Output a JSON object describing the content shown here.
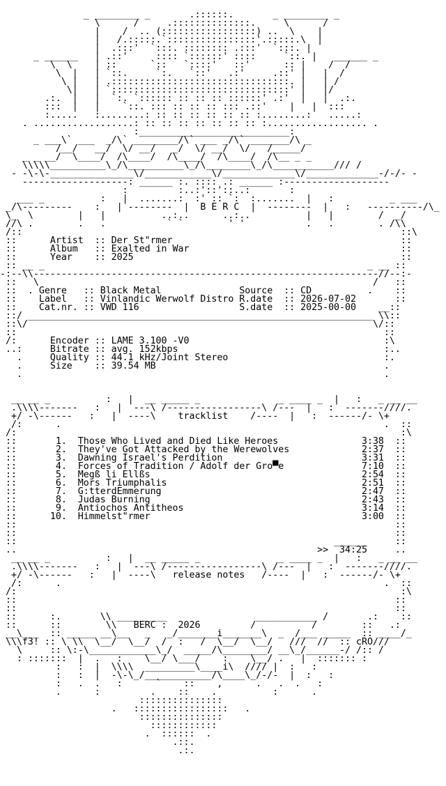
{
  "text_color": "#000000",
  "background_color": "#ffffff",
  "nfo_lines": [
    "",
    "               _ ________ _       .::::::.       _ ________ _",
    "                 \\      /     .::::::::::::::.     \\      /",
    "                 |    /  .. (:::::::::::::::::) ..  \\    |",
    "                 |   /.:::::.`::::::::::::::::'.:::::.\\  |",
    "                 |  .:::'  `:::. :::::::: .:::'  `:::. |",
    "      _ ______   | .::'     :::: `::::::' ::::     `::. |   ______ _",
    "         \\  \\    | ::      `::   `::::'   ::'      :: |    /  /",
    "          \\  |   | `::.     `:.   `::'   .:'     .::' |   |  /",
    "           \\ |   | .::::::::::::::::::::::::::::::::. |   | /",
    "            \\|   | `::::::::::::::::::::::::::::::::' |   |/",
    "        .:.  |   |  `:. `:::::: :: :: :: ::::::' .:'  |   |  .:.",
    "        :::  |   |    `::. ::: :: :: :: ::: .::'    |   |  :::",
    "        :.....   :........: :: :: :: :: :: :: :........:   .....:",
    "    . ..................: :: :: :: :: :: :: :: :.................. .",
    "                        :___________________________:",
    "      _ ___\\` ___  _/\\` ________/\\` ___ _/\\` _______/\\ _",
    "          /__/   __/  \\/ __/   _/  \\/ __/  \\/   /_____/",
    "    _ _ __/  \\____/  /\\____/  /\\____/  /\\____/  /\\__ _ _",
    "    \\\\\\\\\\__________\\_/\\__________\\_/\\________\\_/\\___________/// /",
    "  - -\\-\\-_______________\\/____________\\/_____________\\/_____________-/-/- -",
    "    -------------------: ______ :. :::: .: ______ :-------------------",
    "                      :         :..:'::'::..:       :",
    "   ___ _          :   |  .......:  :' :: `:  :.......  |   :          _ ___",
    " _/\\---------    :   | --------  |  B E R C  |  --------  |   :   ----------/\\_",
    " \\_  \\        |   |          ..:..      ..:..          |   |        /  _/",
    " //\\ .        .   .           ` `        ' '           .   .        . /\\\\",
    " /::                                                                    ::\\",
    " ::      Artist  :: Der St\"rmer                                         ::",
    " ::      Album   :: Exalted in War                                      ::",
    " ::      Year    :: 2025                                                ::",
    " :: __ _                                                          _ __ ::",
    "-:--\\\\--------------------------------------------------------------//--:-",
    " ::   \\                                                            /   ::",
    " ::  . Genre   :: Black Metal              Source  :: CD          .    ::",
    " ::    Label   :: Vinlandic Werwolf Distro R.date  :: 2026-07-02       ::",
    " ::    Cat.nr. :: VWD 116                  S.date  :: 2025-00-00    __::",
    " ::/ ______________________________________________________________ \\\\::",
    " ::\\/                                                              \\/::",
    " ::                                                                  ::",
    " /:      Encoder :: LAME 3.100 -V0                                   :\\",
    " ..:     Bitrate :: avg. 152kbps                                     :..",
    "   .     Quality :: 44.1 kHz/Joint Stereo                            :.",
    "   .     Size    :: 39.54 MB                                         .",
    "   .                                                                 .",
    "",
    "",
    "  __ __ _          :   |  __ _____ _              _ ____ _  |   :   _ __ __",
    "  .\\\\\\\\-------   :   |  ---\\ /-----------------\\ /---  |   :  -------////.",
    "  +/ -\\------   :   |  ----\\    tracklist    /----  |   :  ------/- \\+",
    "  /:      .                                                          .  ::",
    " /:                                                                     :\\",
    " ::       1.  Those Who Lived and Died Like Heroes               3:38  ::",
    " ::       2.  They've Got Attacked by the Werewolves             2:37  ::",
    " ::       3.  Dawning Israel's Perdition                         3:31  ::",
    " ::       4.  Forces of Tradition / Adolf der Gro▀e              7:10  ::",
    " ::       5.  Megß li Ellßs                                      2:54  ::",
    " ::       6.  Mors Triumphalis                                   2:51  ::",
    " ::       7.  G:tterdEmmerung                                    2:47  ::",
    " ::       8.  Judas Burning                                      2:43  ::",
    " ::       9.  Antiochos Antitheos                                3:14  ::",
    " ::      10.  Himmelst\"rmer                                      3:00  ::",
    " ::                                                                    ::",
    " ::                                                                    ::",
    " ::                                                         ______     ::",
    " ..                                                      >>  34:25     ..",
    "  __ __ _          :   |  __ _____ _              _ ____ _  |   :   _ __ __",
    "  .\\\\\\\\-------   :   |  ---\\ /-----------------\\ /---  |   :  -------////.",
    "  +/ -\\------   :   |  ----\\   release notes   /----  |   :  ------/- \\+",
    "  /:      .                                                          .  ::",
    " /:                                                                     :\\",
    " ::                                                                    ::",
    " ::                                                                    ::",
    " ::      :.       \\\\ _________                ___________ /       .:    ::",
    " ::      ::        \\\\   BERC :  2026         /          /        ::   .:",
    " __\\___  :: _____ __\\__   _   _/_______i_______\\  _  /___ _____  :: ____/_",
    " \\\\\\f3! :: \\ \\\\  \\__/  \\__/  /  :   /  \\__/  \\__/   ///  //  :: cRO///",
    "   \\     :: \\:-\\____________\\_/  _____/\\________/ __\\_/______-/ /:: /",
    "   : :::::::  |  .   :    \\__/ \\___/    :    \\__/ .   |  ::::::: :",
    "          :   :  |  \\\\\\\\  _________\\____i\\  //// |  :   :",
    "          :   :  |  -\\-\\_/____________/\\____\\_/-/-  |  :   :",
    "          :   .  .   :      `    ::    ,      .   .  .   :",
    "          .      :         .    ::    .          :      .",
    "                         :::::::::::::::",
    "                    .   :::::::::::::::::   .",
    "                         :::::::::::::::",
    "                           ::::::::::::",
    "                          .  ::::::  .",
    "                               .::.",
    "                                .:."
  ]
}
